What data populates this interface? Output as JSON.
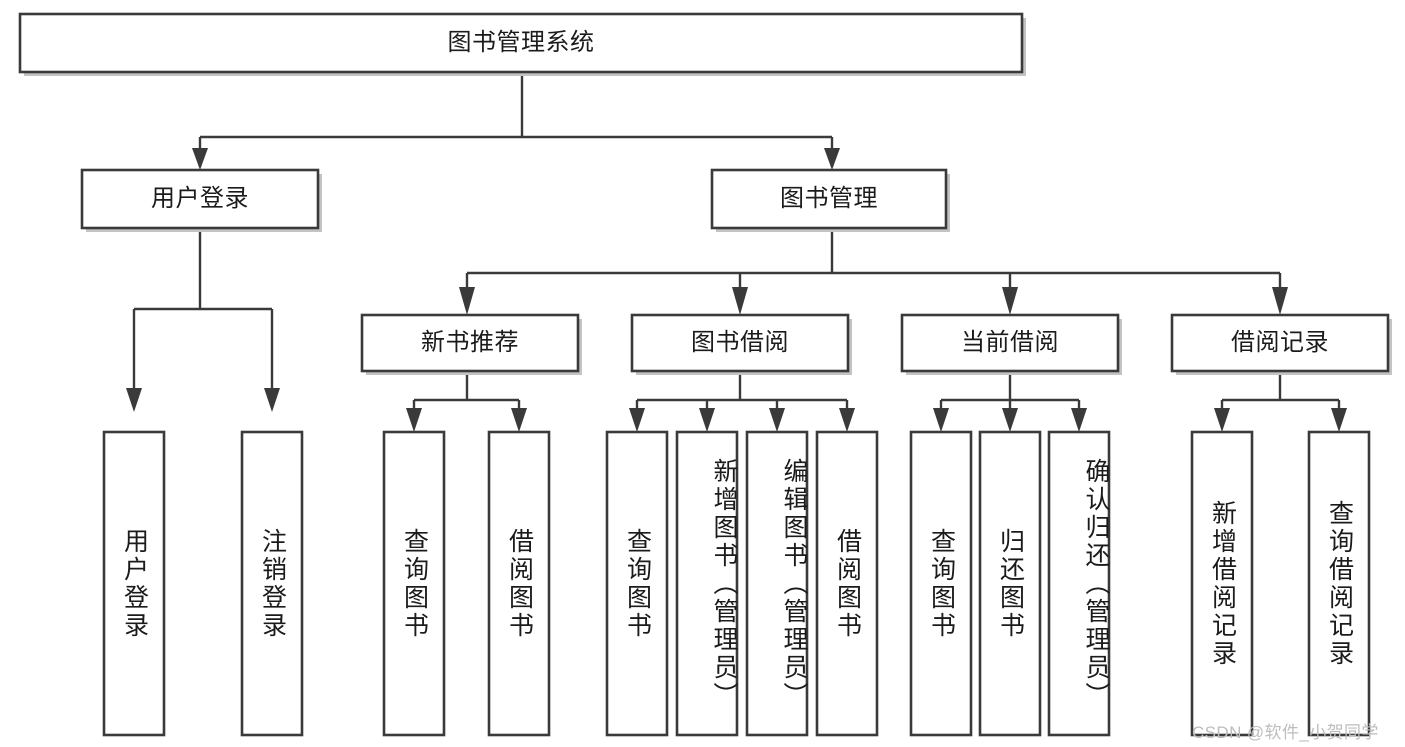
{
  "diagram": {
    "type": "tree",
    "title": "图书管理系统",
    "watermark": "CSDN @软件_小贺同学",
    "colors": {
      "box_stroke": "#3a3a3a",
      "box_fill": "#ffffff",
      "connector": "#3a3a3a",
      "text": "#1b1b1b",
      "watermark": "#bdbdbd",
      "background": "#ffffff"
    },
    "nodes": {
      "root": {
        "label": "图书管理系统",
        "level": 0,
        "orientation": "horizontal"
      },
      "l1": [
        {
          "id": "user-login",
          "label": "用户登录",
          "orientation": "horizontal"
        },
        {
          "id": "book-management",
          "label": "图书管理",
          "orientation": "horizontal"
        }
      ],
      "l2": [
        {
          "id": "new-book-recommend",
          "label": "新书推荐",
          "parent": "book-management",
          "orientation": "horizontal"
        },
        {
          "id": "book-borrow",
          "label": "图书借阅",
          "parent": "book-management",
          "orientation": "horizontal"
        },
        {
          "id": "current-borrow",
          "label": "当前借阅",
          "parent": "book-management",
          "orientation": "horizontal"
        },
        {
          "id": "borrow-record",
          "label": "借阅记录",
          "parent": "book-management",
          "orientation": "horizontal"
        }
      ],
      "leaves": [
        {
          "id": "leaf-user-login",
          "label": "用户登录",
          "parent": "user-login",
          "orientation": "vertical"
        },
        {
          "id": "leaf-user-logout",
          "label": "注销登录",
          "parent": "user-login",
          "orientation": "vertical"
        },
        {
          "id": "leaf-query-book-recommend",
          "label": "查询图书",
          "parent": "new-book-recommend",
          "orientation": "vertical"
        },
        {
          "id": "leaf-borrow-book-recommend",
          "label": "借阅图书",
          "parent": "new-book-recommend",
          "orientation": "vertical"
        },
        {
          "id": "leaf-query-book-borrow",
          "label": "查询图书",
          "parent": "book-borrow",
          "orientation": "vertical"
        },
        {
          "id": "leaf-add-book-admin",
          "label": "新增图书（管理员）",
          "parent": "book-borrow",
          "orientation": "vertical"
        },
        {
          "id": "leaf-edit-book-admin",
          "label": "编辑图书（管理员）",
          "parent": "book-borrow",
          "orientation": "vertical"
        },
        {
          "id": "leaf-borrow-book",
          "label": "借阅图书",
          "parent": "book-borrow",
          "orientation": "vertical"
        },
        {
          "id": "leaf-query-book-current",
          "label": "查询图书",
          "parent": "current-borrow",
          "orientation": "vertical"
        },
        {
          "id": "leaf-return-book",
          "label": "归还图书",
          "parent": "current-borrow",
          "orientation": "vertical"
        },
        {
          "id": "leaf-confirm-return-admin",
          "label": "确认归还（管理员）",
          "parent": "current-borrow",
          "orientation": "vertical"
        },
        {
          "id": "leaf-add-borrow-record",
          "label": "新增借阅记录",
          "parent": "borrow-record",
          "orientation": "vertical"
        },
        {
          "id": "leaf-query-borrow-record",
          "label": "查询借阅记录",
          "parent": "borrow-record",
          "orientation": "vertical"
        }
      ]
    }
  }
}
